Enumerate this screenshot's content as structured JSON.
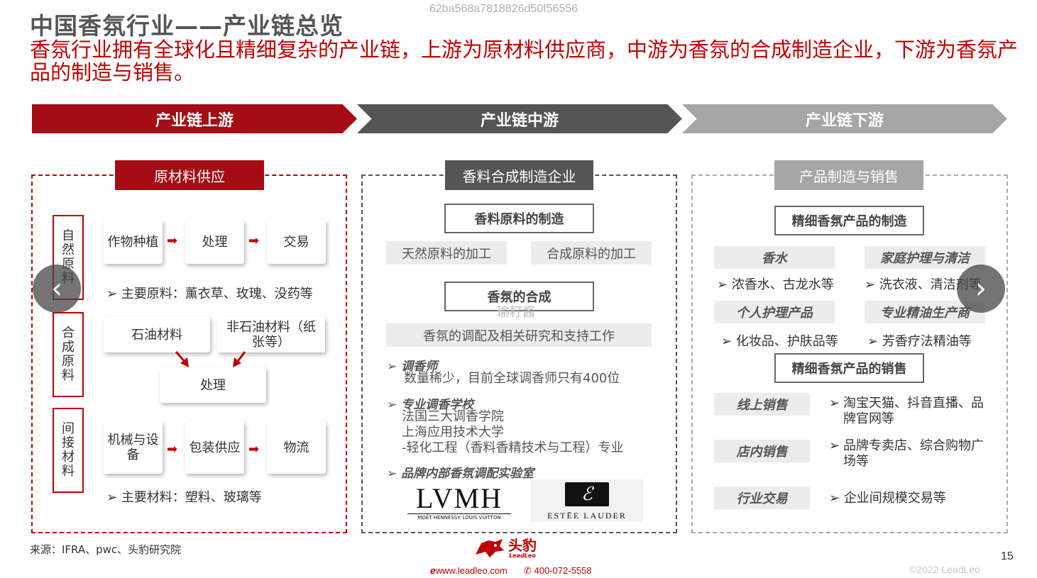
{
  "header": {
    "title": "中国香氛行业——产业链总览",
    "doc_id": "62ba568a7818826d50f56556",
    "subtitle": "香氛行业拥有全球化且精细复杂的产业链，上游为原材料供应商，中游为香氛的合成制造企业，下游为香氛产品的制造与销售。"
  },
  "stages": {
    "upstream": "产业链上游",
    "midstream": "产业链中游",
    "downstream": "产业链下游"
  },
  "upstream": {
    "title": "原材料供应",
    "natural": {
      "label": "自然原料",
      "steps": [
        "作物种植",
        "处理",
        "交易"
      ],
      "note": "主要原料：薰衣草、玫瑰、没药等"
    },
    "synthetic": {
      "label": "合成原料",
      "sources": [
        "石油材料",
        "非石油材料（纸张等）"
      ],
      "process": "处理"
    },
    "indirect": {
      "label": "间接材料",
      "steps": [
        "机械与设备",
        "包装供应",
        "物流"
      ],
      "note": "主要材料：塑料、玻璃等"
    }
  },
  "midstream": {
    "title": "香料合成制造企业",
    "raw_mfg": "香料原料的制造",
    "natural_proc": "天然原料的加工",
    "synthetic_proc": "合成原料的加工",
    "synthesis": "香氛的合成",
    "watermark": "瑜籽酱",
    "blending": "香氛的调配及相关研究和支持工作",
    "perfumer_head": "调香师",
    "perfumer_text": "数量稀少，目前全球调香师只有400位",
    "schools_head": "专业调香学校",
    "schools": [
      "法国三大调香学院",
      "上海应用技术大学",
      "-轻化工程（香料香精技术与工程）专业"
    ],
    "labs_head": "品牌内部香氛调配实验室",
    "lvmh_logo": "LVMH",
    "lvmh_sub": "MOËT HENNESSY. LOUIS VUITTON",
    "estee_logo": "ESTĒE LAUDER"
  },
  "downstream": {
    "title": "产品制造与销售",
    "mfg": "精细香氛产品的制造",
    "cats": [
      {
        "name": "香水",
        "desc": "浓香水、古龙水等"
      },
      {
        "name": "家庭护理与清洁",
        "desc": "洗衣液、清洁剂等"
      },
      {
        "name": "个人护理产品",
        "desc": "化妆品、护肤品等"
      },
      {
        "name": "专业精油生产商",
        "desc": "芳香疗法精油等"
      }
    ],
    "sales": "精细香氛产品的销售",
    "channels": [
      {
        "name": "线上销售",
        "desc": "淘宝天猫、抖音直播、品牌官网等"
      },
      {
        "name": "店内销售",
        "desc": "品牌专卖店、综合购物广场等"
      },
      {
        "name": "行业交易",
        "desc": "企业间规模交易等"
      }
    ]
  },
  "footer": {
    "source": "来源：IFRA、pwc、头豹研究院",
    "brand": "头豹",
    "brand_sub": "LeadLeo",
    "website": "www.leadleo.com",
    "phone": "400-072-5558",
    "copyright": "©2022 LeadLeo",
    "page": "15"
  },
  "nav": {
    "prev_icon": "chevron-left-icon",
    "next_icon": "chevron-right-icon"
  },
  "colors": {
    "brand_red": "#a50c14",
    "mid_gray": "#555555",
    "light_gray": "#a6a6a6"
  }
}
